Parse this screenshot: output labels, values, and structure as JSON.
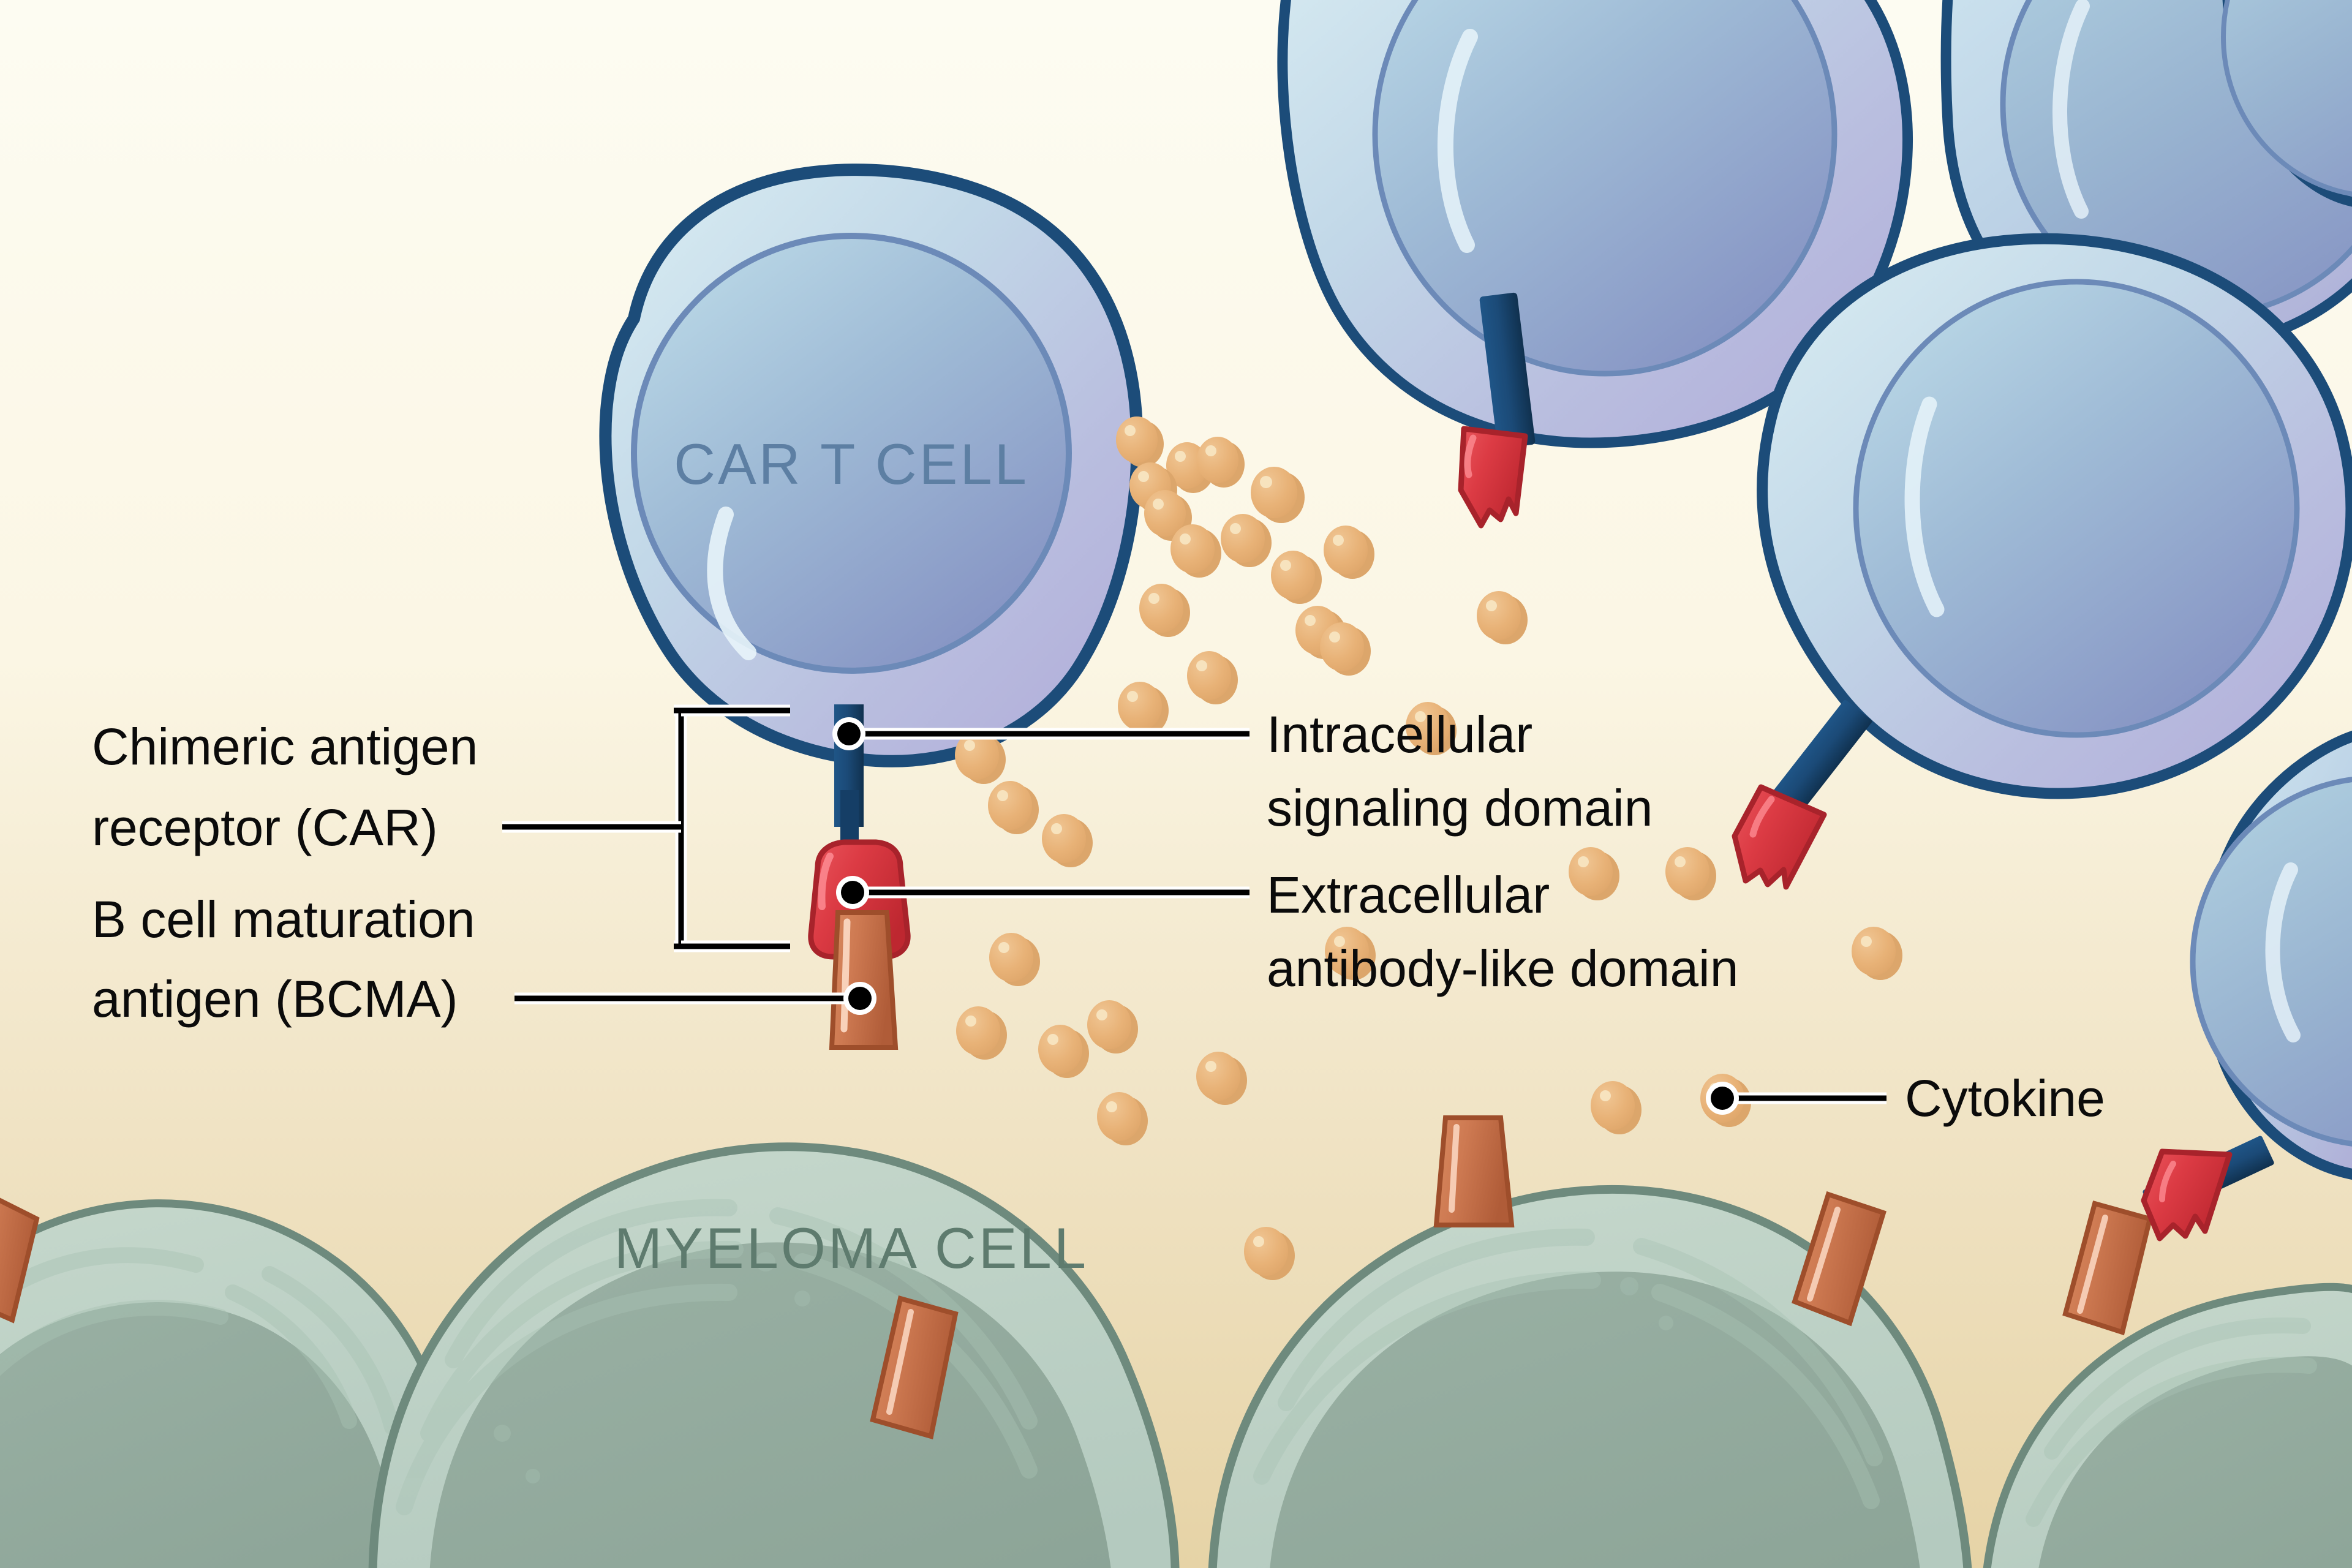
{
  "figure": {
    "title_present": false,
    "background": {
      "top_color": "#FDFCF2",
      "bottom_color": "#E8D7AE"
    }
  },
  "cell_labels": {
    "car_t_cell": "CAR T CELL",
    "car_t_cell_color": "#5D7FA3",
    "myeloma_cell": "MYELOMA CELL",
    "myeloma_cell_color": "#5E7B6E"
  },
  "callouts": {
    "left": [
      {
        "id": "car",
        "line1": "Chimeric antigen",
        "line2": "receptor (CAR)"
      },
      {
        "id": "bcma",
        "line1": "B cell maturation",
        "line2": "antigen (BCMA)"
      }
    ],
    "right": [
      {
        "id": "intracellular",
        "line1": "Intracellular",
        "line2": "signaling domain"
      },
      {
        "id": "extracellular",
        "line1": "Extracellular",
        "line2": "antibody-like domain"
      }
    ],
    "cytokine": {
      "id": "cytokine",
      "line1": "Cytokine"
    }
  },
  "palette": {
    "t_cell_outline": "#1C4C79",
    "t_cell_body_light": "#CBE0EC",
    "t_cell_body_lavender": "#B8B8DC",
    "t_cell_nucleus_light": "#A9C8DC",
    "t_cell_nucleus_dark": "#8596C4",
    "myeloma_outline": "#6E8A7D",
    "myeloma_cytoplasm": "#BDD2C7",
    "myeloma_nucleus": "#90A89C",
    "myeloma_er": "#AEC6B9",
    "car_stalk_navy": "#1C4C79",
    "car_stalk_navy_dark": "#123A60",
    "car_head_red": "#E0424A",
    "car_head_red_dark": "#B3262E",
    "bcma_orange": "#D4825A",
    "bcma_orange_dark": "#A8512F",
    "cytokine_fill": "#E8B277",
    "cytokine_shadow": "#D39C60",
    "cytokine_highlight": "#F5DCAE",
    "leader_black": "#000000",
    "leader_halo": "#FFFFFF"
  },
  "counts": {
    "car_t_cells_visible": 7,
    "myeloma_cells_visible": 6,
    "cytokines_visible": 30,
    "bcma_receptors_visible": 6,
    "car_receptors_visible": 5
  },
  "chart_data": {
    "type": "diagram",
    "title": "CAR T cell therapy targeting BCMA on myeloma cells",
    "entities": [
      {
        "name": "CAR T CELL",
        "role": "effector immune cell",
        "color": "#B8CEE2",
        "count": 7
      },
      {
        "name": "MYELOMA CELL",
        "role": "target tumor cell",
        "color": "#BDD2C7",
        "count": 6
      },
      {
        "name": "Chimeric antigen receptor (CAR)",
        "role": "engineered receptor on T cell",
        "parts": [
          "Intracellular signaling domain",
          "Extracellular antibody-like domain"
        ]
      },
      {
        "name": "B cell maturation antigen (BCMA)",
        "role": "surface antigen on myeloma cell",
        "color": "#D4825A"
      },
      {
        "name": "Cytokine",
        "role": "secreted signaling molecule",
        "color": "#E8B277",
        "count": 30
      }
    ],
    "interactions": [
      {
        "from": "Extracellular antibody-like domain",
        "to": "B cell maturation antigen (BCMA)",
        "type": "binding"
      },
      {
        "from": "CAR T CELL",
        "to": "Cytokine",
        "type": "secretion"
      }
    ]
  }
}
